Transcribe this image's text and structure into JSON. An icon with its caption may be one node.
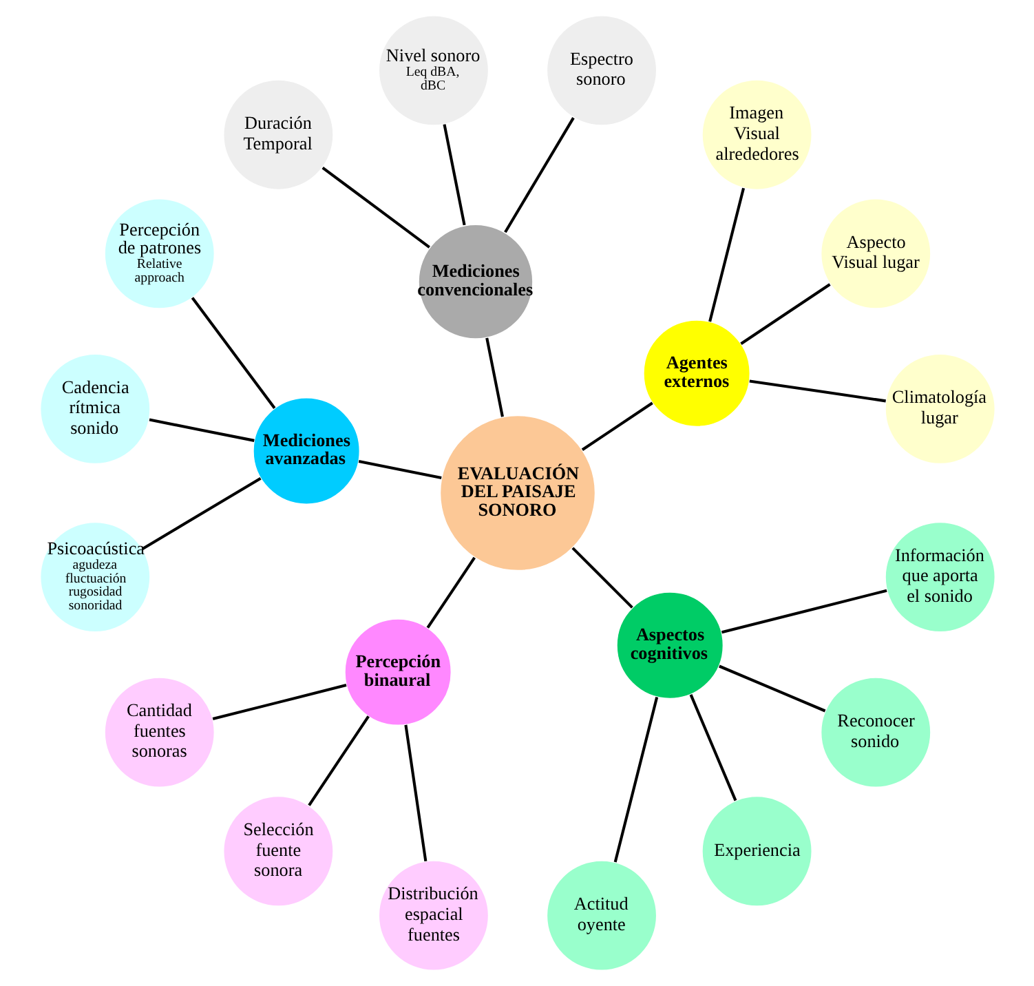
{
  "diagram": {
    "nodes": [
      {
        "text": [
          "EVALUACIÓN DEL PAISAJE SONORO"
        ]
      },
      {
        "text": [
          "Agentes externos"
        ]
      },
      {
        "text": [
          "Climatología lugar"
        ]
      },
      {
        "text": [
          "Aspecto Visual lugar"
        ]
      },
      {
        "text": [
          "Imagen Visual alrededores"
        ]
      },
      {
        "text": [
          "Mediciones convencionales"
        ]
      },
      {
        "text": [
          "Espectro sonoro"
        ]
      },
      {
        "text": [
          "Nivel sonoro",
          "Leq dBA, dBC"
        ]
      },
      {
        "text": [
          "Duración Temporal"
        ]
      },
      {
        "text": [
          "Mediciones avanzadas"
        ]
      },
      {
        "text": [
          "Percepción de patrones",
          "Relative approach"
        ]
      },
      {
        "text": [
          "Cadencia rítmica sonido"
        ]
      },
      {
        "text": [
          "Psicoacústica",
          "agudeza fluctuación rugosidad sonoridad"
        ]
      },
      {
        "text": [
          "Percepción binaural"
        ]
      },
      {
        "text": [
          "Cantidad fuentes sonoras"
        ]
      },
      {
        "text": [
          "Selección fuente sonora"
        ]
      },
      {
        "text": [
          "Distribución espacial fuentes"
        ]
      },
      {
        "text": [
          "Aspectos cognitivos"
        ]
      },
      {
        "text": [
          "Actitud oyente"
        ]
      },
      {
        "text": [
          "Experiencia"
        ]
      },
      {
        "text": [
          "Reconocer sonido"
        ]
      },
      {
        "text": [
          "Información que aporta el sonido"
        ]
      }
    ],
    "edges": [
      {
        "from": 0,
        "to": 1,
        "arrow": "none"
      },
      {
        "from": 1,
        "to": 2,
        "arrow": "none"
      },
      {
        "from": 1,
        "to": 3,
        "arrow": "none"
      },
      {
        "from": 1,
        "to": 4,
        "arrow": "none"
      },
      {
        "from": 0,
        "to": 5,
        "arrow": "none"
      },
      {
        "from": 5,
        "to": 6,
        "arrow": "none"
      },
      {
        "from": 5,
        "to": 7,
        "arrow": "none"
      },
      {
        "from": 5,
        "to": 8,
        "arrow": "none"
      },
      {
        "from": 0,
        "to": 9,
        "arrow": "none"
      },
      {
        "from": 9,
        "to": 10,
        "arrow": "none"
      },
      {
        "from": 9,
        "to": 11,
        "arrow": "none"
      },
      {
        "from": 9,
        "to": 12,
        "arrow": "none"
      },
      {
        "from": 0,
        "to": 13,
        "arrow": "none"
      },
      {
        "from": 13,
        "to": 14,
        "arrow": "none"
      },
      {
        "from": 13,
        "to": 15,
        "arrow": "none"
      },
      {
        "from": 13,
        "to": 16,
        "arrow": "none"
      },
      {
        "from": 0,
        "to": 17,
        "arrow": "none"
      },
      {
        "from": 17,
        "to": 18,
        "arrow": "none"
      },
      {
        "from": 17,
        "to": 19,
        "arrow": "none"
      },
      {
        "from": 17,
        "to": 20,
        "arrow": "none"
      },
      {
        "from": 17,
        "to": 21,
        "arrow": "none"
      }
    ]
  }
}
